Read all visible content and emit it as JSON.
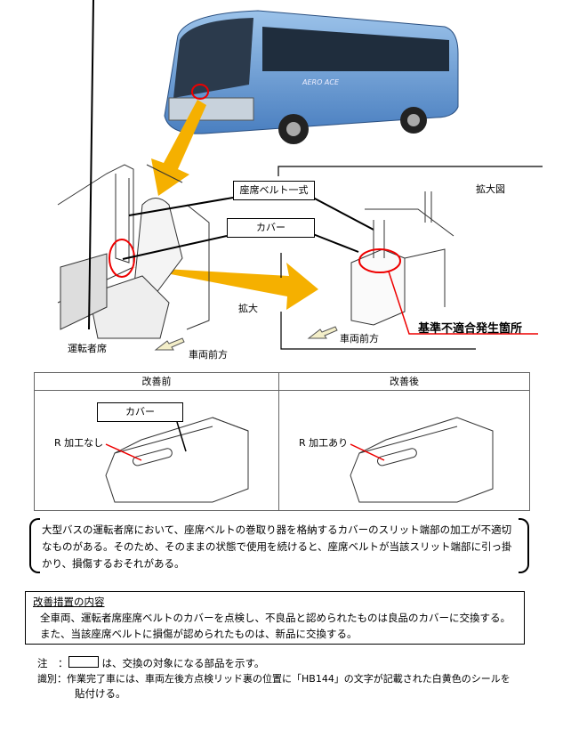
{
  "diagram": {
    "label_seatbelt_set": "座席ベルト一式",
    "label_cover": "カバー",
    "label_enlarged_view": "拡大図",
    "label_enlarge": "拡大",
    "label_driver_seat": "運転者席",
    "label_vehicle_front": "車両前方",
    "label_defect_location": "基準不適合発生箇所",
    "bus_logo": "AERO ACE"
  },
  "comparison": {
    "before_header": "改善前",
    "after_header": "改善後",
    "before_cover_label": "カバー",
    "before_note": "R 加工なし",
    "after_note": "R 加工あり"
  },
  "description": "大型バスの運転者席において、座席ベルトの巻取り器を格納するカバーのスリット端部の加工が不適切なものがある。そのため、そのままの状態で使用を続けると、座席ベルトが当該スリット端部に引っ掛かり、損傷するおそれがある。",
  "measures": {
    "title": "改善措置の内容",
    "line1": "全車両、運転者席座席ベルトのカバーを点検し、不良品と認められたものは良品のカバーに交換する。",
    "line2": "また、当該座席ベルトに損傷が認められたものは、新品に交換する。"
  },
  "notes": {
    "note_label": "注　：",
    "note_text": "は、交換の対象になる部品を示す。",
    "id_label": "識別：",
    "id_text1": "作業完了車には、車両左後方点検リッド裏の位置に「HB144」の文字が記載された白黄色のシールを",
    "id_text2": "貼付ける。"
  }
}
